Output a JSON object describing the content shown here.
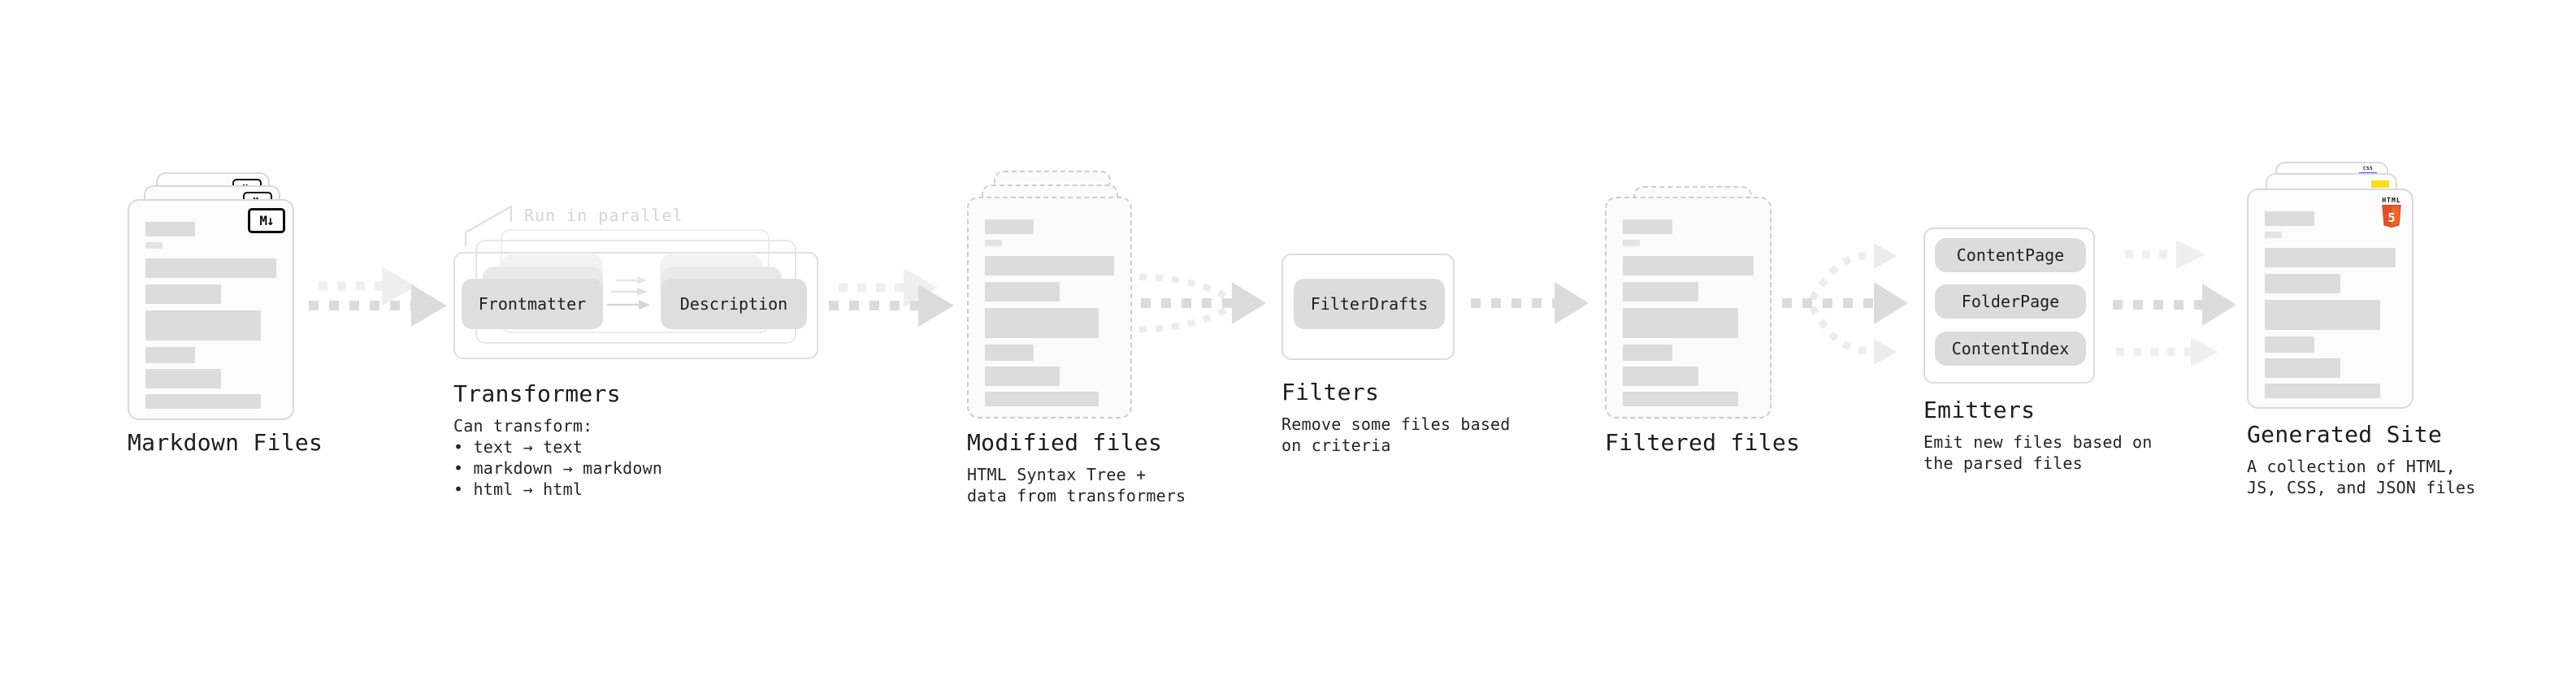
{
  "colors": {
    "html5_orange": "#e44d26",
    "html5_orange_light": "#f16529",
    "js_yellow": "#f7df1e",
    "css_blue": "#2965f1",
    "arrow_gray": "#dbdbdb",
    "arrow_light_gray": "#efefef"
  },
  "icons": {
    "markdown": "M↓",
    "html5_text": "HTML",
    "html5_five": "5",
    "css_text": "CSS"
  },
  "stages": {
    "markdown_files": {
      "title": "Markdown Files"
    },
    "transformers": {
      "title": "Transformers",
      "callout": "Run in parallel",
      "chips": [
        "Frontmatter",
        "Description"
      ],
      "description": "Can transform:\n • text → text\n • markdown → markdown\n • html → html"
    },
    "modified_files": {
      "title": "Modified files",
      "description": "HTML Syntax Tree +\ndata from transformers"
    },
    "filters": {
      "title": "Filters",
      "chips": [
        "FilterDrafts"
      ],
      "description": "Remove some files based\non criteria"
    },
    "filtered_files": {
      "title": "Filtered files"
    },
    "emitters": {
      "title": "Emitters",
      "chips": [
        "ContentPage",
        "FolderPage",
        "ContentIndex"
      ],
      "description": "Emit new files based on\nthe parsed files"
    },
    "generated_site": {
      "title": "Generated Site",
      "description": "A collection of HTML,\nJS, CSS, and JSON files"
    }
  }
}
